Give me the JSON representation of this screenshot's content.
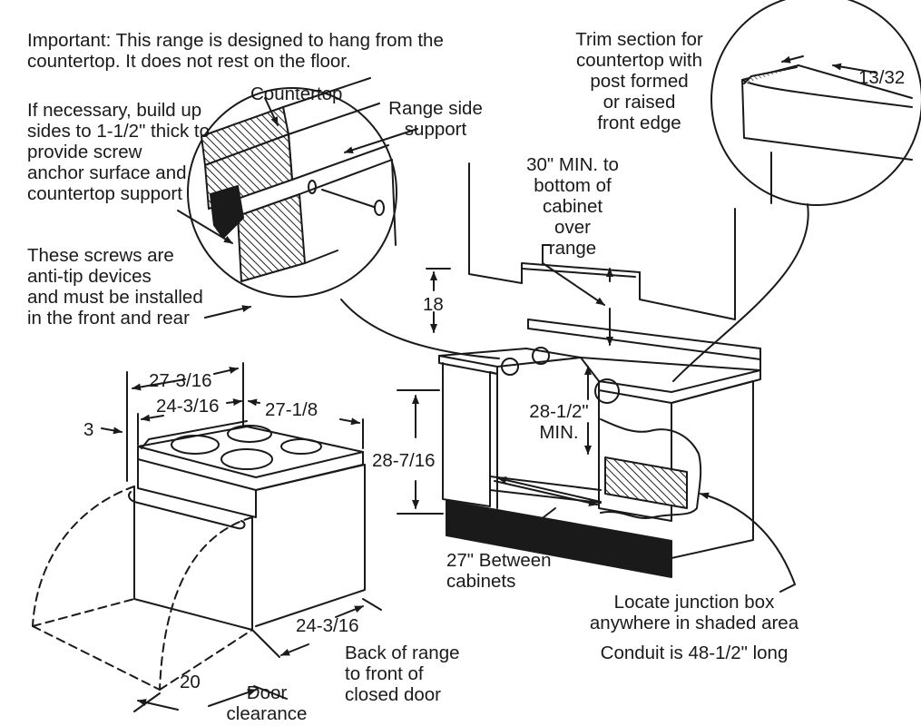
{
  "notes": {
    "important": "Important: This range is designed to hang from the\ncountertop. It does not rest on the floor.",
    "build_up": "If necessary, build up\nsides to 1-1/2\" thick to\nprovide screw\nanchor surface and\ncountertop support",
    "screws": "These screws are\nanti-tip devices\nand must be installed\nin the front and rear",
    "countertop": "Countertop",
    "range_side_support": "Range side\nsupport",
    "trim_section": "Trim section for\ncountertop with\npost formed\nor raised\nfront edge",
    "cabinet_clearance": "30\" MIN. to\nbottom of\ncabinet\nover\nrange",
    "between_cabinets": "27\" Between\ncabinets",
    "junction_box": "Locate junction box\nanywhere in shaded area",
    "conduit": "Conduit is 48-1/2\" long",
    "back_to_front": "Back of range\nto front of\nclosed door",
    "door_clearance": "Door\nclearance"
  },
  "dimensions": {
    "trim": "13/32",
    "d18": "18",
    "w27_3_16": "27-3/16",
    "w24_3_16_top": "24-3/16",
    "w27_1_8": "27-1/8",
    "d3": "3",
    "h28_7_16": "28-7/16",
    "h28_1_2": "28-1/2\"\nMIN.",
    "d24_3_16_bottom": "24-3/16",
    "d20": "20"
  }
}
